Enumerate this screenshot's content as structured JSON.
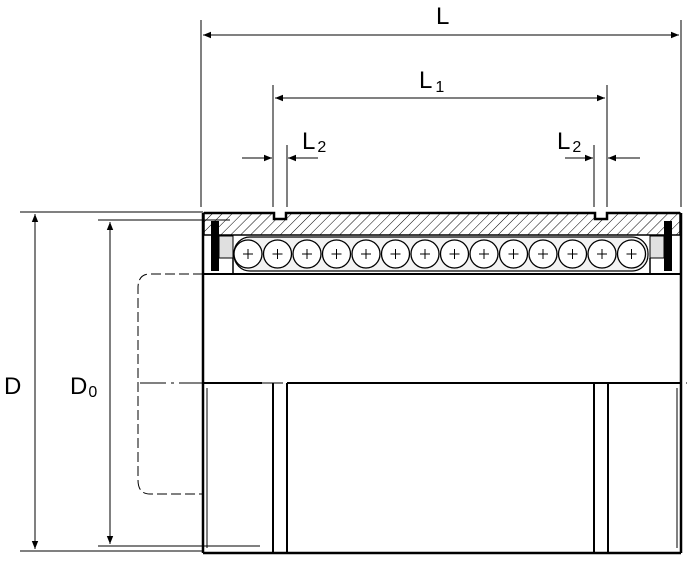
{
  "labels": {
    "overall_length": {
      "main": "L",
      "sub": ""
    },
    "inner_length": {
      "main": "L",
      "sub": "1"
    },
    "groove_left": {
      "main": "L",
      "sub": "2"
    },
    "groove_right": {
      "main": "L",
      "sub": "2"
    },
    "outer_diameter": {
      "main": "D",
      "sub": ""
    },
    "groove_diameter": {
      "main": "D",
      "sub": "0"
    }
  },
  "colors": {
    "line": "#000000",
    "hatch": "#000000",
    "background": "#ffffff"
  }
}
